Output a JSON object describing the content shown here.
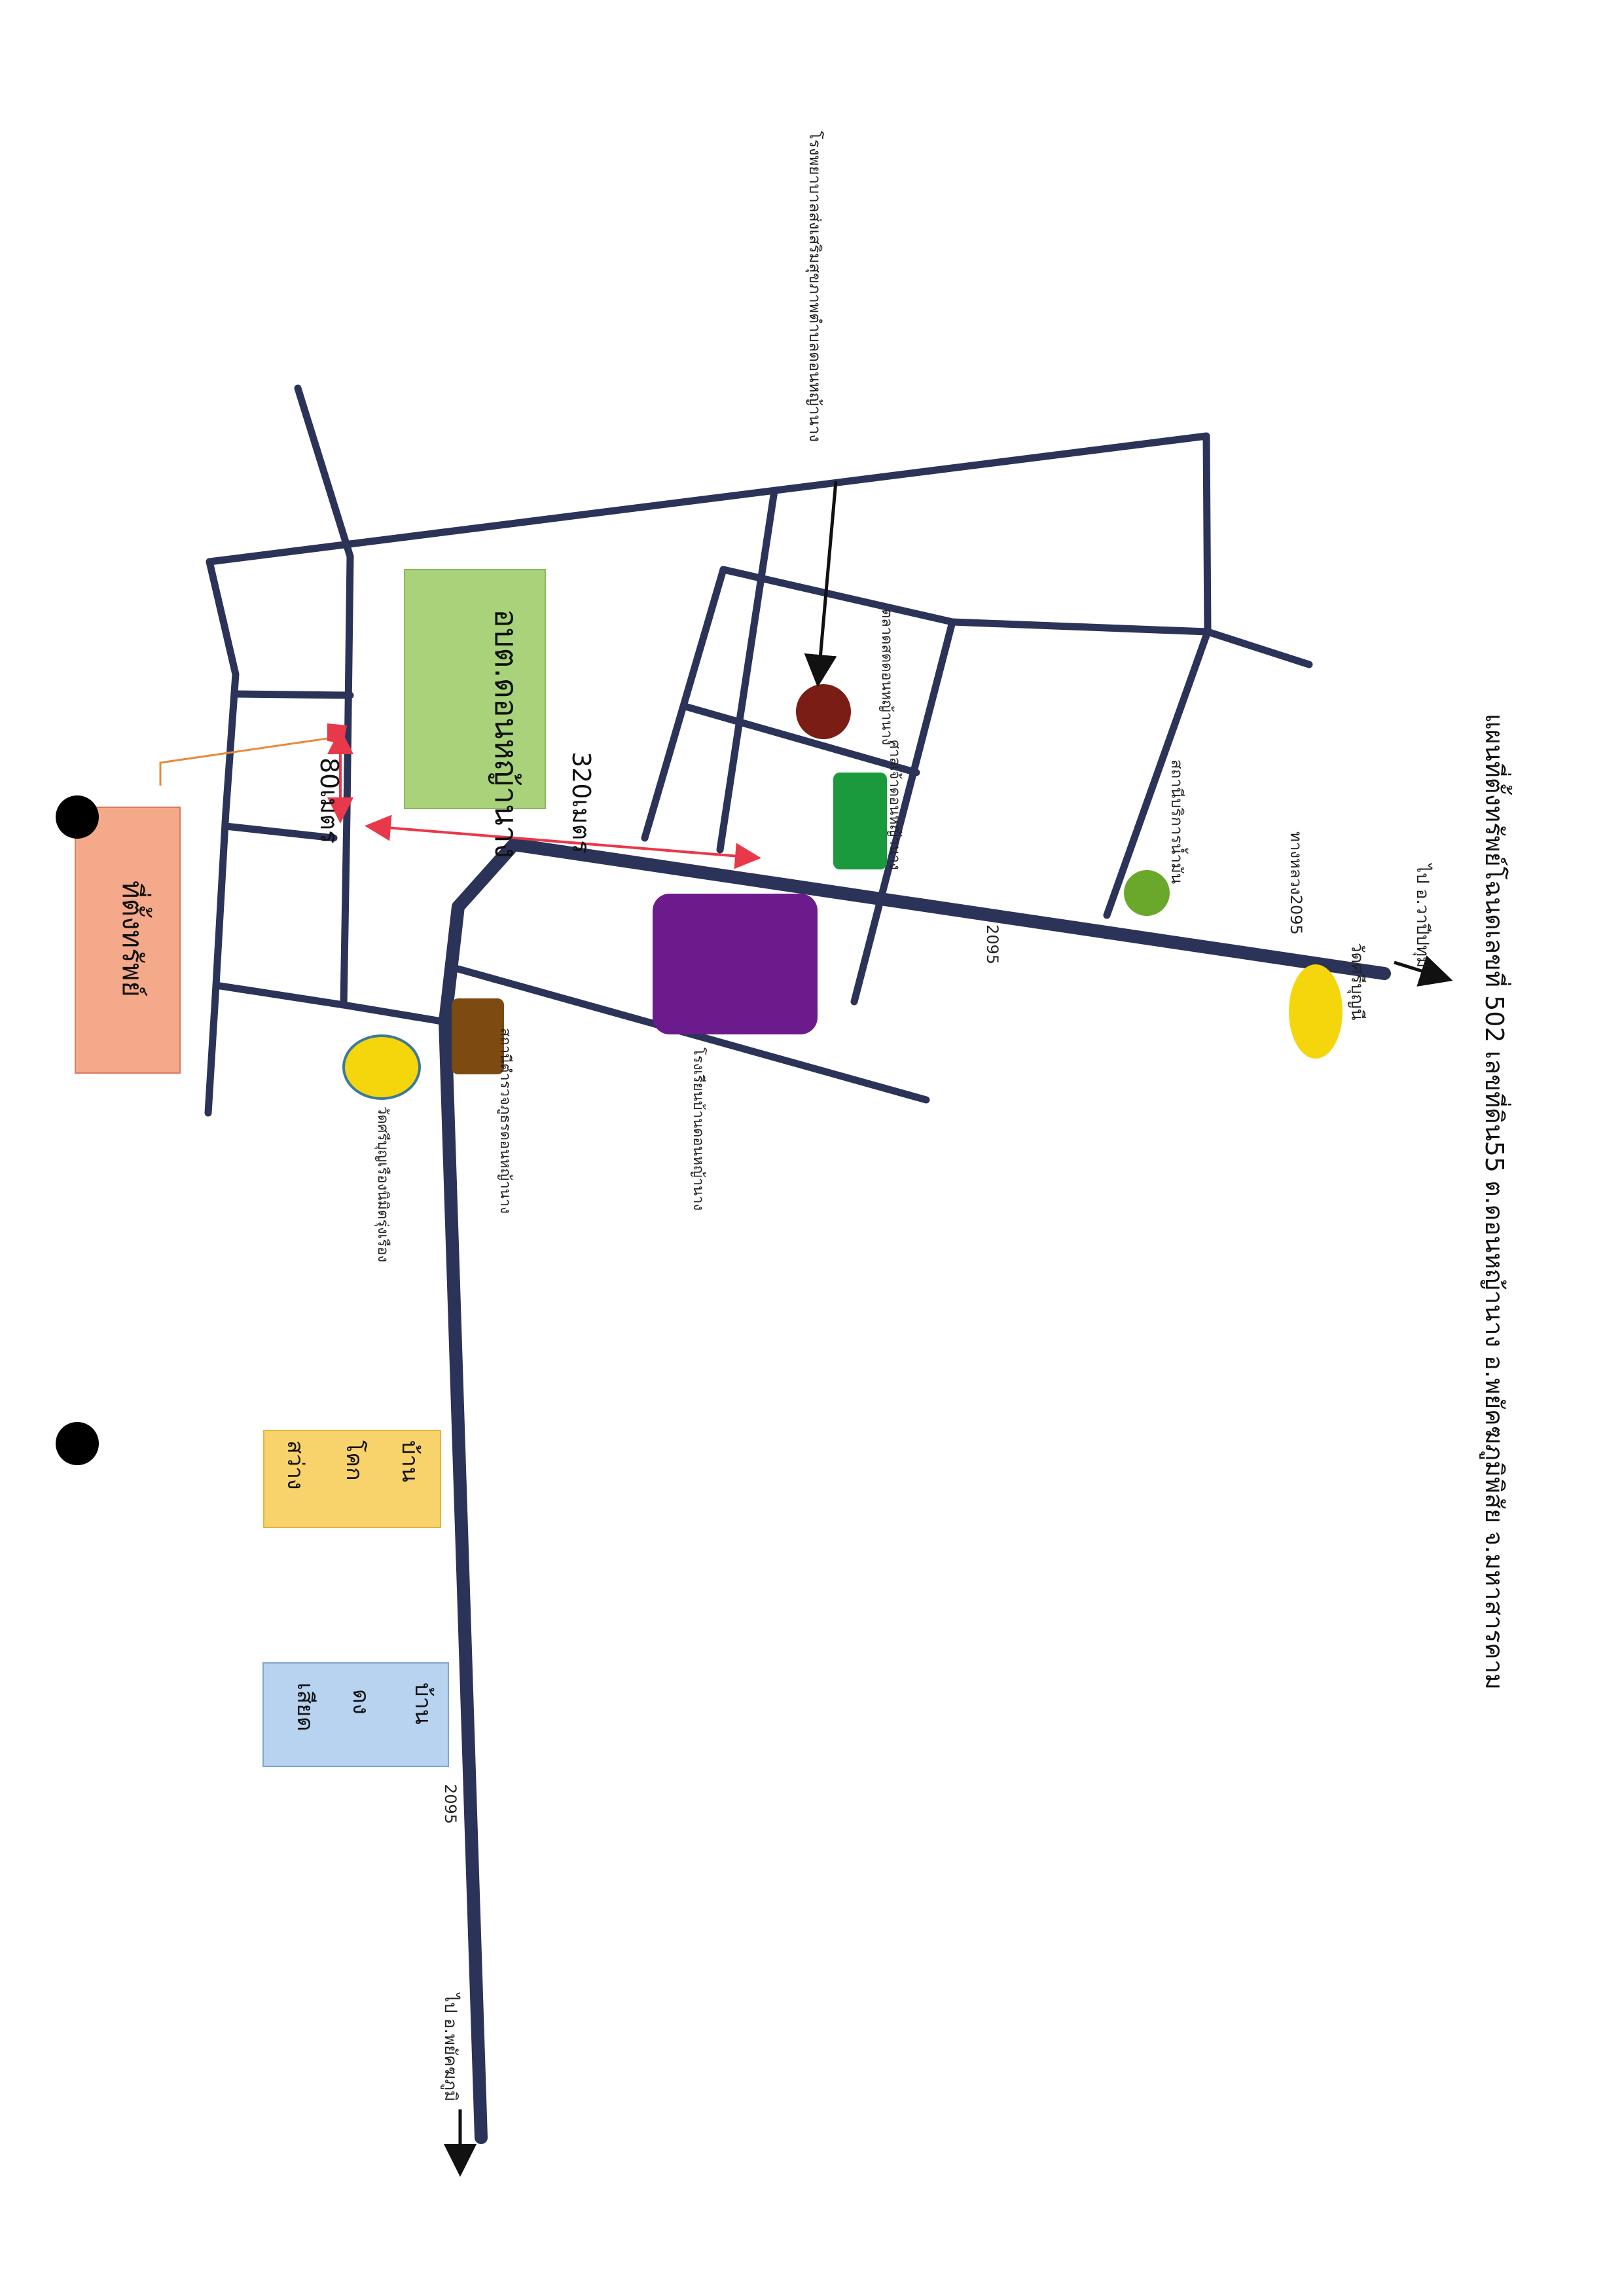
{
  "title": "แผนที่ตั้งทรัพย์โฉนดเลขที่ 502 เลขที่ดิน55 ต.ดอนหญ้านาง อ.พยัคฆภูมิพิสัย จ.มหาสารคาม",
  "roads": {
    "route_number": "2095",
    "route_number_lower": "2095",
    "route_label": "ทางหลวง2095",
    "to_north": "ไป อ.วาปีปทุม",
    "to_south": "ไป อ.พยัคฆภูมิ"
  },
  "landmarks": {
    "subject_property": "ที่ตั้งทรัพย์",
    "subdistrict_office": "อบต.ดอนหญ้านาง",
    "hospital": "โรงพยาบาลส่งเสริมสุขภาพตำบลดอนหญ้านาง",
    "market": "ตลาดสดดอนหญ้านาง",
    "shrine": "ศาลเจ้าดอนหญ้านาง",
    "school": "โรงเรียนบ้านดอนหญ้านาง",
    "police": "สถานีตำรวจภูธรดอนหญ้านาง",
    "temple_west": "วัดศรีบุญเรืองนิมิตรุ่งเรือง",
    "temple_east": "วัดศรีบุญนี",
    "water_station": "สถานีบริการน้ำมัน",
    "village_khok": [
      "บ้าน",
      "โคก",
      "สว่าง"
    ],
    "village_dong": [
      "บ้าน",
      "ดง",
      "เสียด"
    ]
  },
  "distances": {
    "short": "80เมตร",
    "long": "320เมตร"
  },
  "colors": {
    "road": "#2b3358",
    "subject_fill": "#f4a98a",
    "office_fill": "#a9d37a",
    "school_fill": "#6b1b8c",
    "shrine_fill": "#1a9a3d",
    "market_fill": "#7a1d14",
    "police_fill": "#7d4a12",
    "temple_fill": "#f5d60c",
    "station_fill": "#6aa82c",
    "village_khok_fill": "#f8d36b",
    "village_dong_fill": "#b7d3f0",
    "distance_arrow": "#e8394a",
    "leader_line": "#e8893a"
  }
}
